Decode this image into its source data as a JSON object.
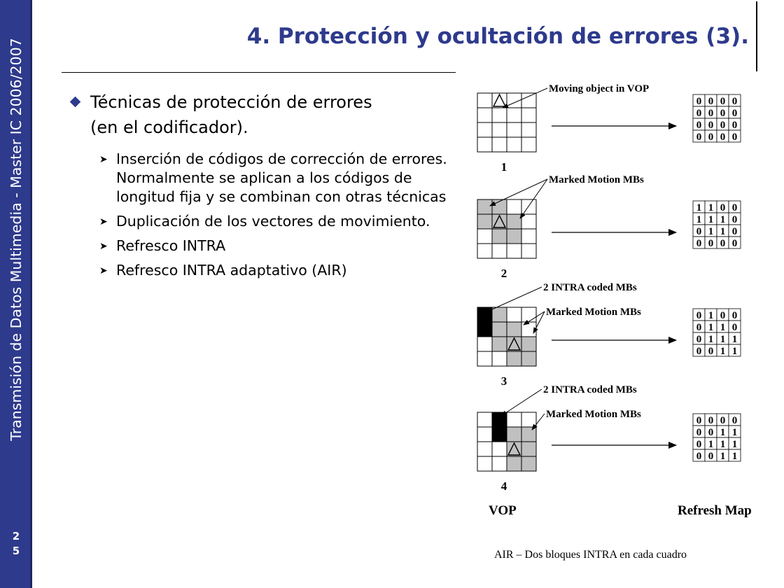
{
  "sidebar": {
    "text": "Transmisión de Datos Multimedia - Master IC 2006/2007",
    "page_number_line1": "2",
    "page_number_line2": "5"
  },
  "title": "4. Protección y ocultación de errores (3).",
  "main_bullet": {
    "line1": "Técnicas de protección de errores",
    "line2": "(en el codificador)."
  },
  "sub_bullets": [
    "Inserción de códigos de corrección de errores. Normalmente se aplican a los códigos de longitud fija y se combinan con otras técnicas",
    "Duplicación de los vectores de movimiento.",
    "Refresco INTRA",
    "Refresco INTRA adaptativo (AIR)"
  ],
  "figure": {
    "label_moving": "Moving object in VOP",
    "label_marked": "Marked Motion MBs",
    "label_intra": "2 INTRA coded MBs",
    "panel_numbers": [
      "1",
      "2",
      "3",
      "4"
    ],
    "vop_label": "VOP",
    "refresh_label": "Refresh Map",
    "maps": [
      [
        [
          "0",
          "0",
          "0",
          "0"
        ],
        [
          "0",
          "0",
          "0",
          "0"
        ],
        [
          "0",
          "0",
          "0",
          "0"
        ],
        [
          "0",
          "0",
          "0",
          "0"
        ]
      ],
      [
        [
          "1",
          "1",
          "0",
          "0"
        ],
        [
          "1",
          "1",
          "1",
          "0"
        ],
        [
          "0",
          "1",
          "1",
          "0"
        ],
        [
          "0",
          "0",
          "0",
          "0"
        ]
      ],
      [
        [
          "0",
          "1",
          "0",
          "0"
        ],
        [
          "0",
          "1",
          "1",
          "0"
        ],
        [
          "0",
          "1",
          "1",
          "1"
        ],
        [
          "0",
          "0",
          "1",
          "1"
        ]
      ],
      [
        [
          "0",
          "0",
          "0",
          "0"
        ],
        [
          "0",
          "0",
          "1",
          "1"
        ],
        [
          "0",
          "1",
          "1",
          "1"
        ],
        [
          "0",
          "0",
          "1",
          "1"
        ]
      ]
    ],
    "grid_colors": {
      "gray": "#c0c0c0",
      "black": "#000000",
      "white": "#ffffff"
    }
  },
  "caption": "AIR – Dos bloques INTRA en cada cuadro"
}
